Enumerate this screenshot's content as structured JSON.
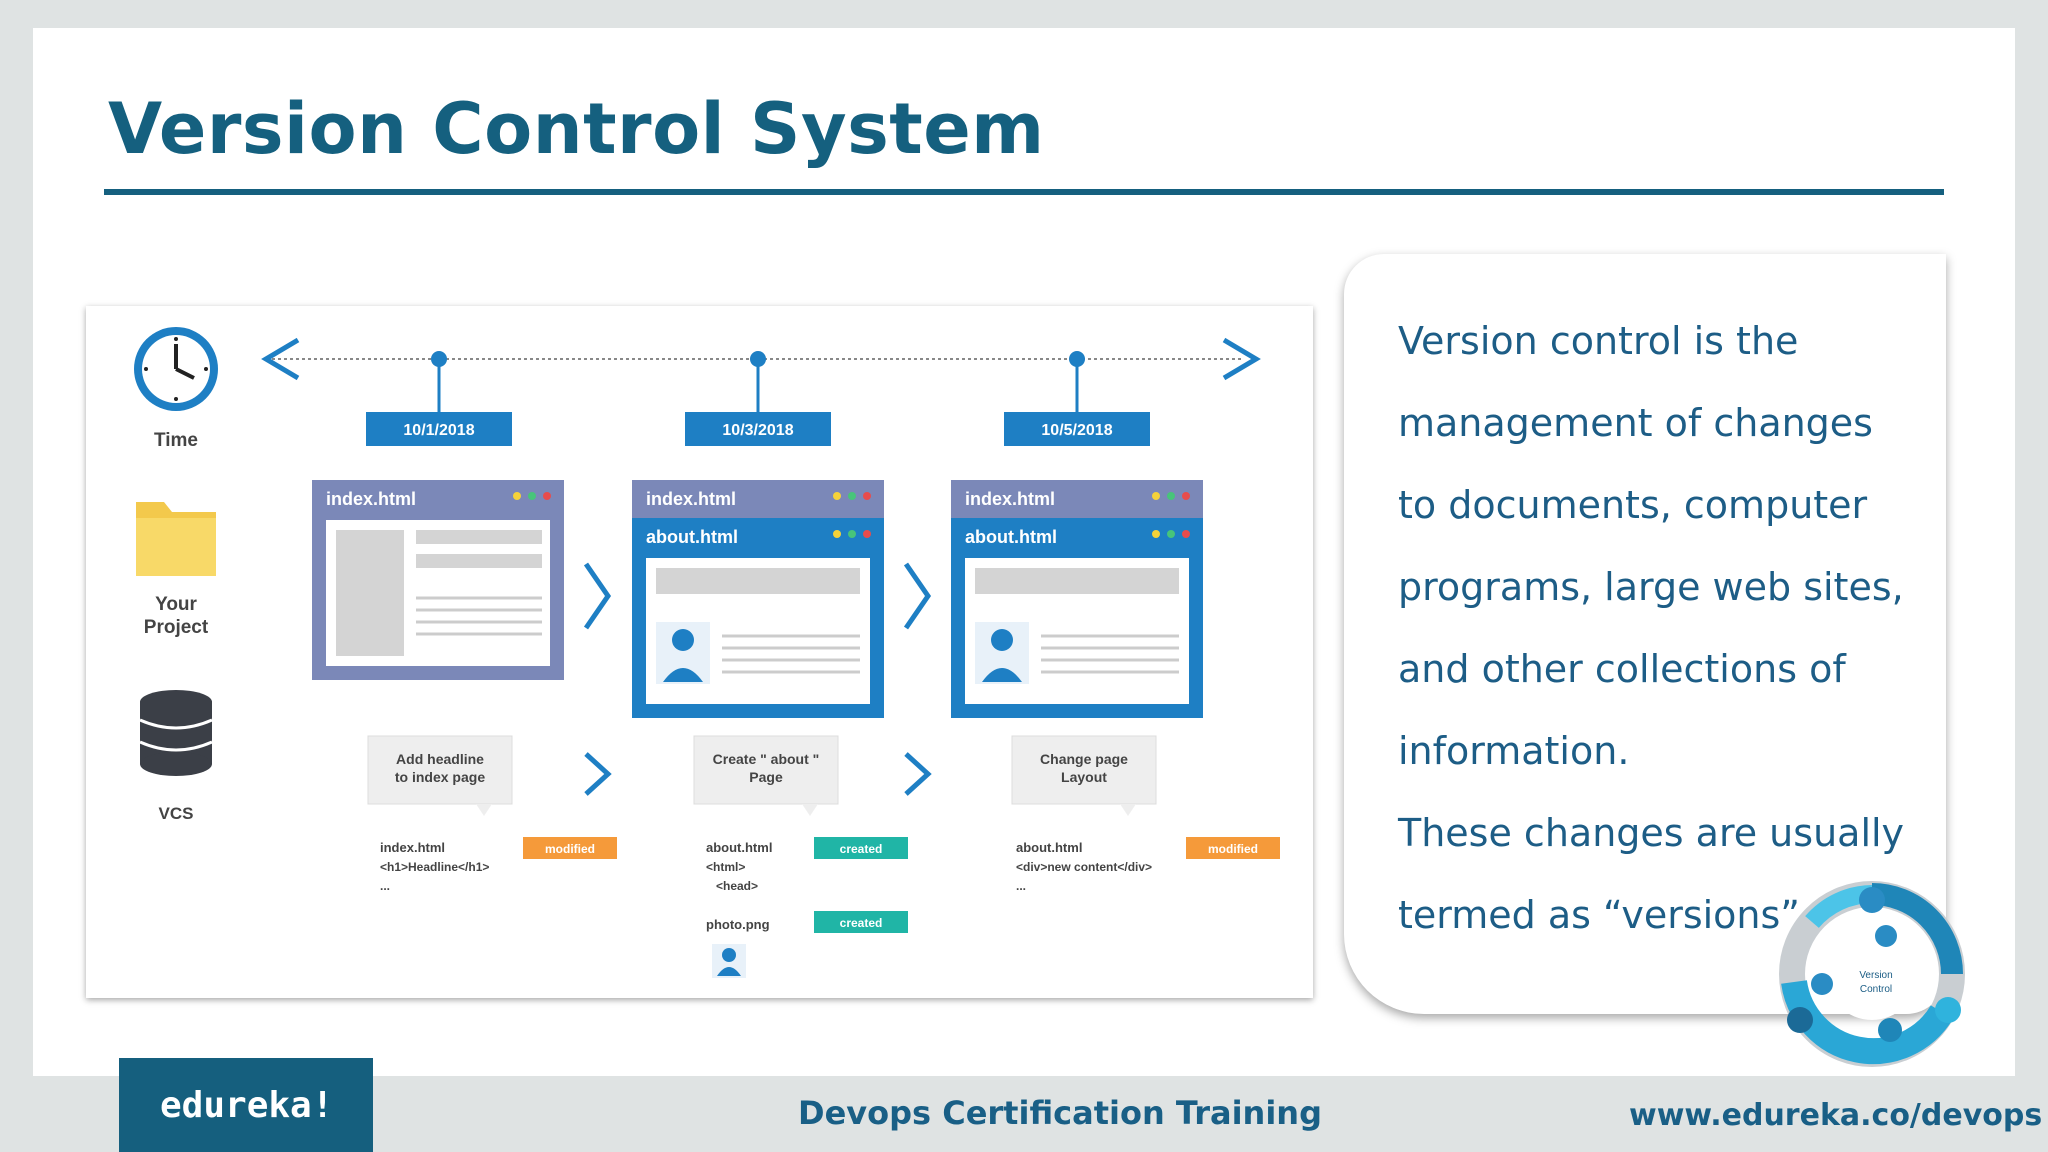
{
  "slide": {
    "title": "Version Control System",
    "description": [
      "Version control is the",
      "management of changes",
      "to documents, computer",
      "programs, large web sites,",
      "and other collections of",
      "information.",
      "These changes are usually",
      "termed as “versions”."
    ]
  },
  "diagram": {
    "legend": {
      "time": "Time",
      "project_line1": "Your",
      "project_line2": "Project",
      "vcs": "VCS"
    },
    "dates": [
      "10/1/2018",
      "10/3/2018",
      "10/5/2018"
    ],
    "windows": {
      "index": "index.html",
      "about": "about.html"
    },
    "notes": [
      {
        "line1": "Add headline",
        "line2": "to index page"
      },
      {
        "line1": "Create \" about \"",
        "line2": "Page"
      },
      {
        "line1": "Change page",
        "line2": "Layout"
      }
    ],
    "changes": [
      {
        "file": "index.html",
        "badge": "modified",
        "code1": "<h1>Headline</h1>",
        "code2": "..."
      },
      {
        "file": "about.html",
        "badge": "created",
        "code1": "<html>",
        "code2": "<head>"
      },
      {
        "file": "about.html",
        "badge": "modified",
        "code1": "<div>new content</div>",
        "code2": "..."
      }
    ],
    "extra_file": {
      "file": "photo.png",
      "badge": "created"
    }
  },
  "emblem": {
    "line1": "Version",
    "line2": "Control"
  },
  "footer": {
    "logo": "edureka!",
    "course": "Devops Certification Training",
    "url": "www.edureka.co/devops"
  },
  "colors": {
    "brand": "#15607f",
    "diagram_blue": "#1e7fc4",
    "window_purple": "#7b88b8",
    "modified": "#f59a3a",
    "created": "#20b5a6"
  }
}
